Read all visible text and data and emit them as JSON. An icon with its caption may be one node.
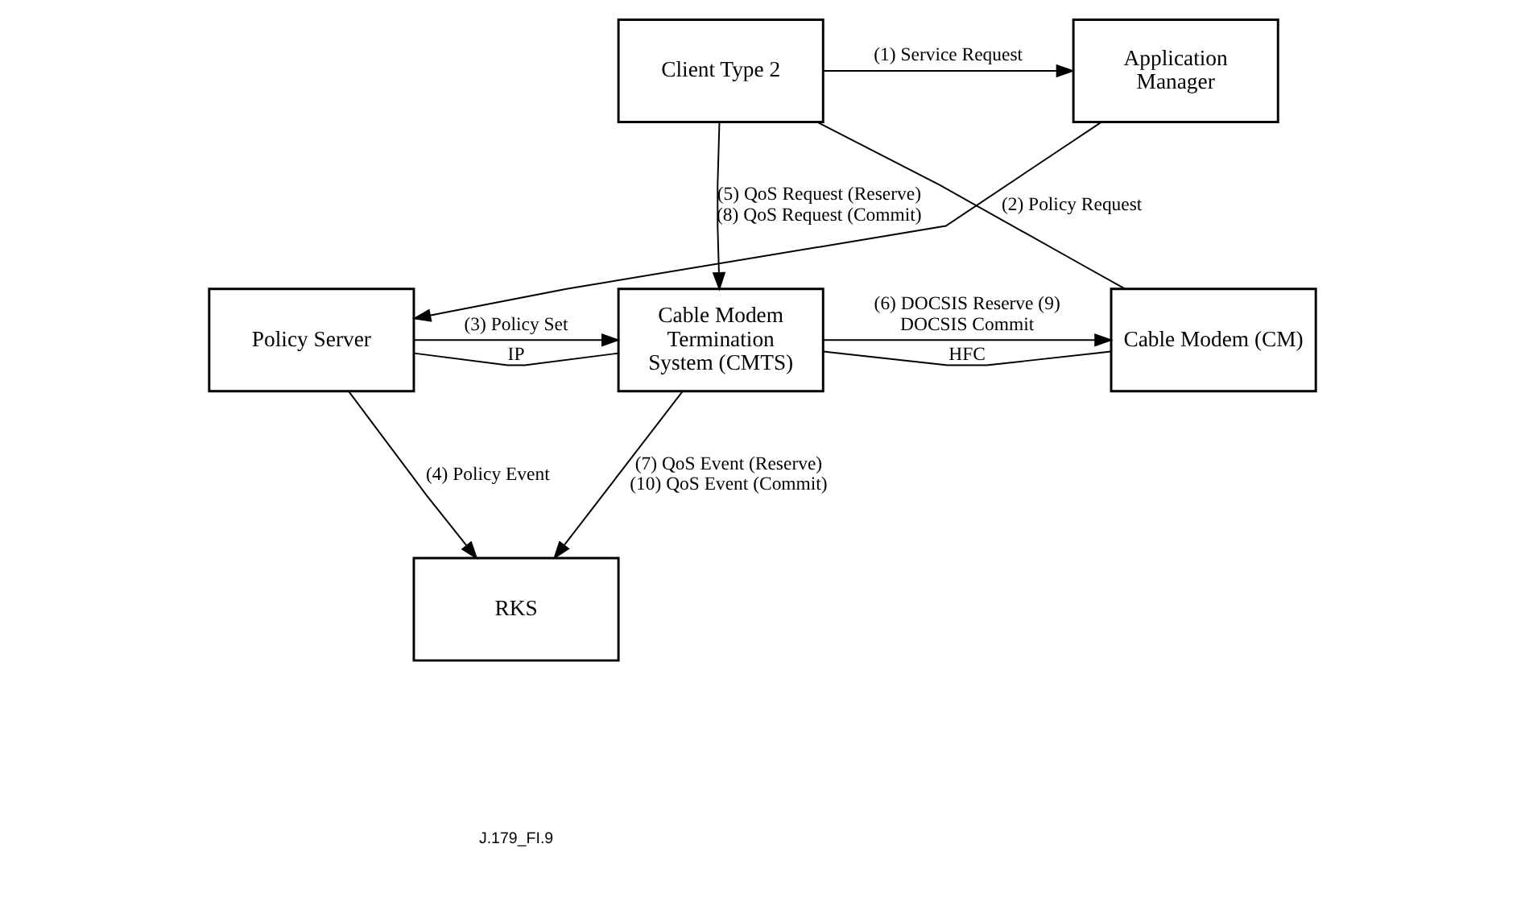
{
  "diagram": {
    "nodes": [
      {
        "text": [
          "Application Manager"
        ]
      },
      {
        "text": [
          "Client Type 2"
        ]
      },
      {
        "text": [
          "Policy Server"
        ]
      },
      {
        "text": [
          "Cable Modem Termination System (CMTS)"
        ]
      },
      {
        "text": [
          "Cable Modem (CM)"
        ]
      },
      {
        "text": [
          "RKS"
        ]
      }
    ],
    "edges": [
      {
        "from": 1,
        "to": 0,
        "arrow": "to",
        "label": "(1) Service Request"
      },
      {
        "from": 0,
        "to": 2,
        "arrow": "to",
        "label": "(2) Policy Request"
      },
      {
        "from": 2,
        "to": 3,
        "arrow": "to",
        "label": "(3) Policy Set"
      },
      {
        "from": 2,
        "to": 5,
        "arrow": "to",
        "label": "(4) Policy Event"
      },
      {
        "from": 1,
        "to": 3,
        "arrow": "to",
        "label": "(5) QoS Request (Reserve) (8) QoS Request (Commit)"
      },
      {
        "from": 3,
        "to": 4,
        "arrow": "to",
        "label": "(6) DOCSIS Reserve (9) DOCSIS Commit"
      },
      {
        "from": 3,
        "to": 5,
        "arrow": "to",
        "label": "(7) QoS Event (Reserve) (10) QoS Event (Commit)"
      },
      {
        "from": 2,
        "to": 3,
        "arrow": "none",
        "label": "IP"
      },
      {
        "from": 3,
        "to": 4,
        "arrow": "none",
        "label": "HFC"
      },
      {
        "from": 1,
        "to": 4,
        "arrow": "none"
      }
    ],
    "labels": [
      "J.179_FI.9"
    ]
  }
}
